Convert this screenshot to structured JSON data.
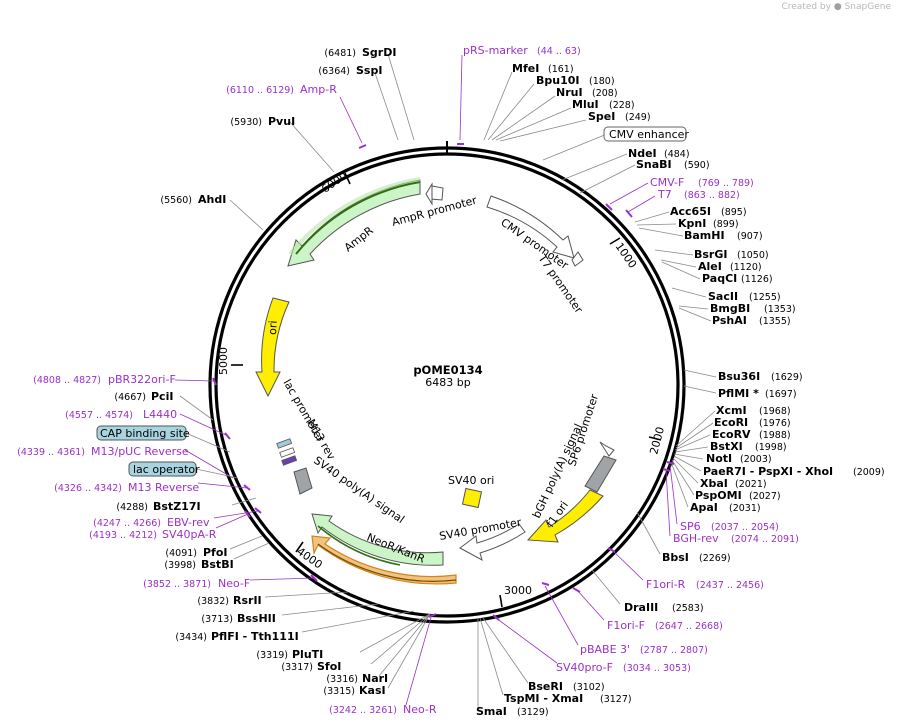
{
  "credit": {
    "prefix": "Created by",
    "brand": "SnapGene"
  },
  "plasmid": {
    "name": "pOME0134",
    "length": "6483 bp"
  },
  "ticks": [
    "1000",
    "2000",
    "3000",
    "4000",
    "5000",
    "6000"
  ],
  "enzymes": [
    {
      "name": "SgrDI",
      "pos": "(6481)"
    },
    {
      "name": "SspI",
      "pos": "(6364)"
    },
    {
      "name": "PvuI",
      "pos": "(5930)"
    },
    {
      "name": "AhdI",
      "pos": "(5560)"
    },
    {
      "name": "MfeI",
      "pos": "(161)"
    },
    {
      "name": "Bpu10I",
      "pos": "(180)"
    },
    {
      "name": "NruI",
      "pos": "(208)"
    },
    {
      "name": "MluI",
      "pos": "(228)"
    },
    {
      "name": "SpeI",
      "pos": "(249)"
    },
    {
      "name": "NdeI",
      "pos": "(484)"
    },
    {
      "name": "SnaBI",
      "pos": "(590)"
    },
    {
      "name": "Acc65I",
      "pos": "(895)"
    },
    {
      "name": "KpnI",
      "pos": "(899)"
    },
    {
      "name": "BamHI",
      "pos": "(907)"
    },
    {
      "name": "BsrGI",
      "pos": "(1050)"
    },
    {
      "name": "AleI",
      "pos": "(1120)"
    },
    {
      "name": "PaqCI",
      "pos": "(1126)"
    },
    {
      "name": "SacII",
      "pos": "(1255)"
    },
    {
      "name": "BmgBI",
      "pos": "(1353)"
    },
    {
      "name": "PshAI",
      "pos": "(1355)"
    },
    {
      "name": "Bsu36I",
      "pos": "(1629)"
    },
    {
      "name": "PflMI *",
      "pos": "(1697)"
    },
    {
      "name": "XcmI",
      "pos": "(1968)"
    },
    {
      "name": "EcoRI",
      "pos": "(1976)"
    },
    {
      "name": "EcoRV",
      "pos": "(1988)"
    },
    {
      "name": "BstXI",
      "pos": "(1998)"
    },
    {
      "name": "NotI",
      "pos": "(2003)"
    },
    {
      "name": "PaeR7I - PspXI - XhoI",
      "pos": "(2009)"
    },
    {
      "name": "XbaI",
      "pos": "(2021)"
    },
    {
      "name": "PspOMI",
      "pos": "(2027)"
    },
    {
      "name": "ApaI",
      "pos": "(2031)"
    },
    {
      "name": "BbsI",
      "pos": "(2269)"
    },
    {
      "name": "DraIII",
      "pos": "(2583)"
    },
    {
      "name": "BseRI",
      "pos": "(3102)"
    },
    {
      "name": "TspMI - XmaI",
      "pos": "(3127)"
    },
    {
      "name": "SmaI",
      "pos": "(3129)"
    },
    {
      "name": "KasI",
      "pos": "(3315)"
    },
    {
      "name": "NarI",
      "pos": "(3316)"
    },
    {
      "name": "SfoI",
      "pos": "(3317)"
    },
    {
      "name": "PluTI",
      "pos": "(3319)"
    },
    {
      "name": "PflFI - Tth111I",
      "pos": "(3434)"
    },
    {
      "name": "BssHII",
      "pos": "(3713)"
    },
    {
      "name": "RsrII",
      "pos": "(3832)"
    },
    {
      "name": "BstBI",
      "pos": "(3998)"
    },
    {
      "name": "PfoI",
      "pos": "(4091)"
    },
    {
      "name": "BstZ17I",
      "pos": "(4288)"
    },
    {
      "name": "PciI",
      "pos": "(4667)"
    }
  ],
  "primers": [
    {
      "name": "pRS-marker",
      "pos": "(44 .. 63)"
    },
    {
      "name": "Amp-R",
      "pos": "(6110 .. 6129)"
    },
    {
      "name": "CMV-F",
      "pos": "(769 .. 789)"
    },
    {
      "name": "T7",
      "pos": "(863 .. 882)"
    },
    {
      "name": "SP6",
      "pos": "(2037 .. 2054)"
    },
    {
      "name": "BGH-rev",
      "pos": "(2074 .. 2091)"
    },
    {
      "name": "F1ori-R",
      "pos": "(2437 .. 2456)"
    },
    {
      "name": "F1ori-F",
      "pos": "(2647 .. 2668)"
    },
    {
      "name": "pBABE 3'",
      "pos": "(2787 .. 2807)"
    },
    {
      "name": "SV40pro-F",
      "pos": "(3034 .. 3053)"
    },
    {
      "name": "Neo-R",
      "pos": "(3242 .. 3261)"
    },
    {
      "name": "Neo-F",
      "pos": "(3852 .. 3871)"
    },
    {
      "name": "SV40pA-R",
      "pos": "(4193 .. 4212)"
    },
    {
      "name": "EBV-rev",
      "pos": "(4247 .. 4266)"
    },
    {
      "name": "M13 Reverse",
      "pos": "(4326 .. 4342)"
    },
    {
      "name": "M13/pUC Reverse",
      "pos": "(4339 .. 4361)"
    },
    {
      "name": "L4440",
      "pos": "(4557 .. 4574)"
    },
    {
      "name": "pBR322ori-F",
      "pos": "(4808 .. 4827)"
    }
  ],
  "boxed_labels": [
    {
      "name": "CMV enhancer"
    },
    {
      "name": "CAP binding site"
    },
    {
      "name": "lac operator"
    }
  ],
  "features": [
    {
      "name": "AmpR promoter"
    },
    {
      "name": "AmpR"
    },
    {
      "name": "ori"
    },
    {
      "name": "CMV promoter"
    },
    {
      "name": "T7 promoter"
    },
    {
      "name": "SP6 promoter"
    },
    {
      "name": "bGH poly(A) signal"
    },
    {
      "name": "f1 ori"
    },
    {
      "name": "SV40 ori"
    },
    {
      "name": "SV40 promoter"
    },
    {
      "name": "NeoR/KanR"
    },
    {
      "name": "SV40 poly(A) signal"
    },
    {
      "name": "M13 rev"
    },
    {
      "name": "lac promoter"
    }
  ],
  "colors": {
    "enzyme": "#000000",
    "primer": "#9b30c8",
    "green_feature": "#cbf5c6",
    "yellow_feature": "#ffee00",
    "grey_feature": "#a0a4a6",
    "boxed_highlight": "#a8d4e0"
  }
}
